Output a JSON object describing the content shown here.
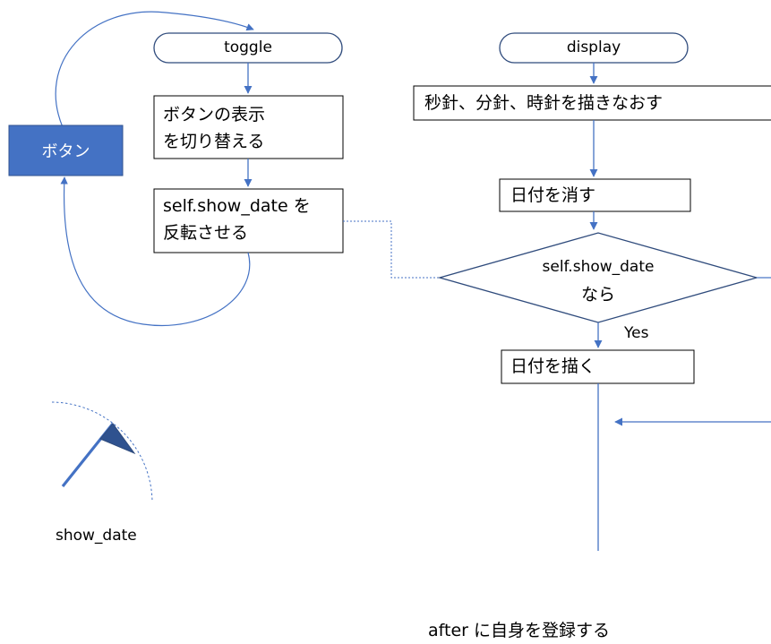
{
  "toggle_flow": {
    "start": "toggle",
    "step1": [
      "ボタンの表示",
      "を切り替える"
    ],
    "step2": [
      "self.show_date を",
      "反転させる"
    ]
  },
  "button": {
    "label": "ボタン"
  },
  "display_flow": {
    "start": "display",
    "step1": "秒針、分針、時針を描きなおす",
    "step2": "日付を消す",
    "decision": [
      "self.show_date",
      "なら"
    ],
    "yes_label": "Yes",
    "step3": "日付を描く",
    "step4": "after に自身を登録する"
  },
  "variable_label": "show_date",
  "colors": {
    "line": "#4472c4",
    "button_fill": "#4472c4",
    "dotted": "#4472c4",
    "box_border": "#000000"
  }
}
